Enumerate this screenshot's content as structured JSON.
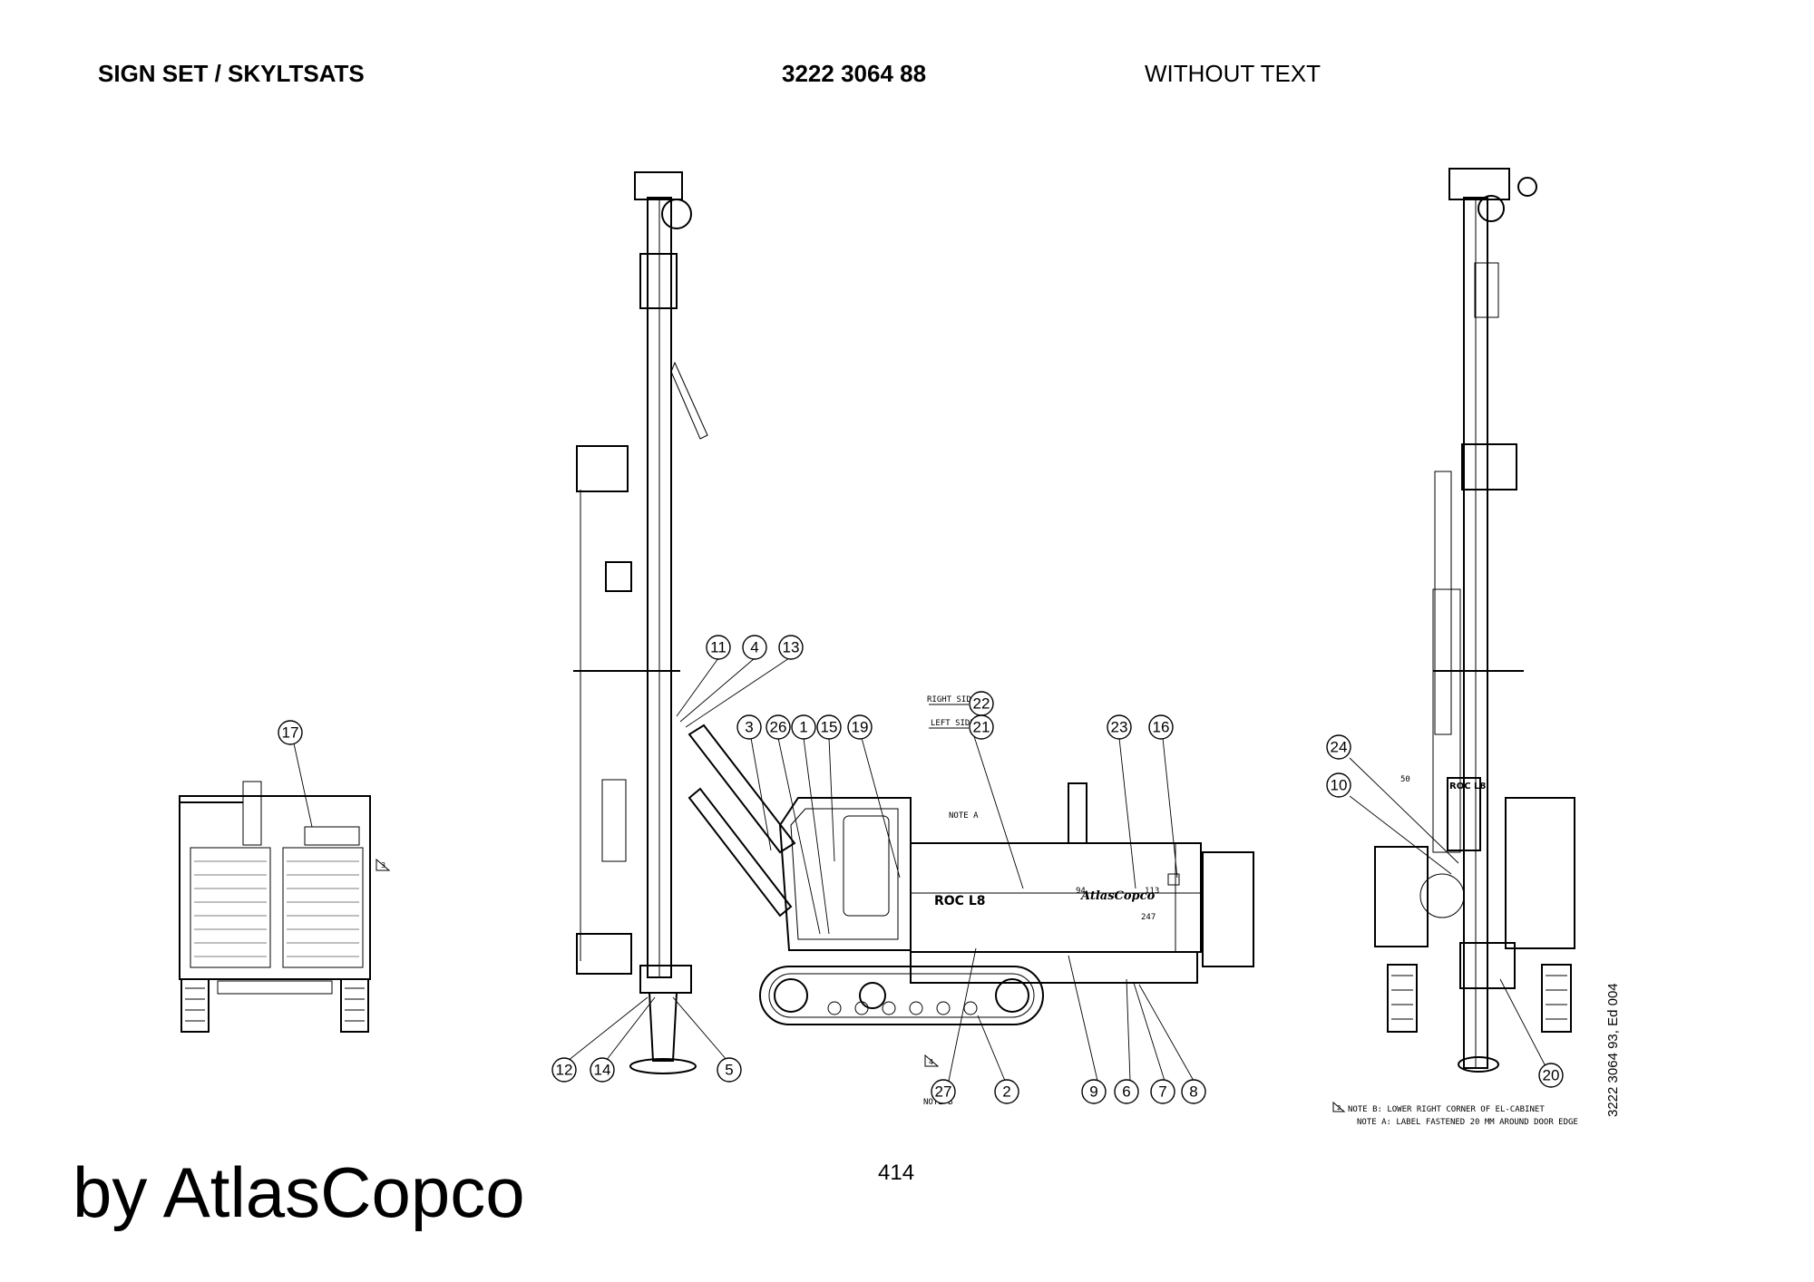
{
  "header": {
    "title": "SIGN SET / SKYLTSATS",
    "part_number": "3222 3064 88",
    "variant": "WITHOUT TEXT"
  },
  "labels": {
    "right_side": "RIGHT SIDE",
    "left_side": "LEFT SIDE",
    "note_a_tag": "NOTE A",
    "note_b_tag": "NOTE B",
    "rig_model": "ROC L8",
    "rig_model_side": "ROC L8",
    "brand_on_rig": "AtlasCopco",
    "dim_94": "94",
    "dim_113": "113",
    "dim_247": "247",
    "dim_50": "50",
    "revision_4": "4",
    "revision_2": "2",
    "revision_3": "3"
  },
  "notes": {
    "note_b": "NOTE B: LOWER RIGHT CORNER OF EL-CABINET",
    "note_a": "NOTE A: LABEL FASTENED 20 MM AROUND DOOR EDGE"
  },
  "callouts": [
    "17",
    "11",
    "4",
    "13",
    "3",
    "26",
    "1",
    "15",
    "19",
    "22",
    "21",
    "23",
    "16",
    "24",
    "10",
    "12",
    "14",
    "5",
    "27",
    "2",
    "9",
    "6",
    "7",
    "8",
    "20"
  ],
  "footer": {
    "brand": "by AtlasCopco",
    "page_number": "414",
    "drawing_ref": "3222 3064 93, Ed 004"
  }
}
